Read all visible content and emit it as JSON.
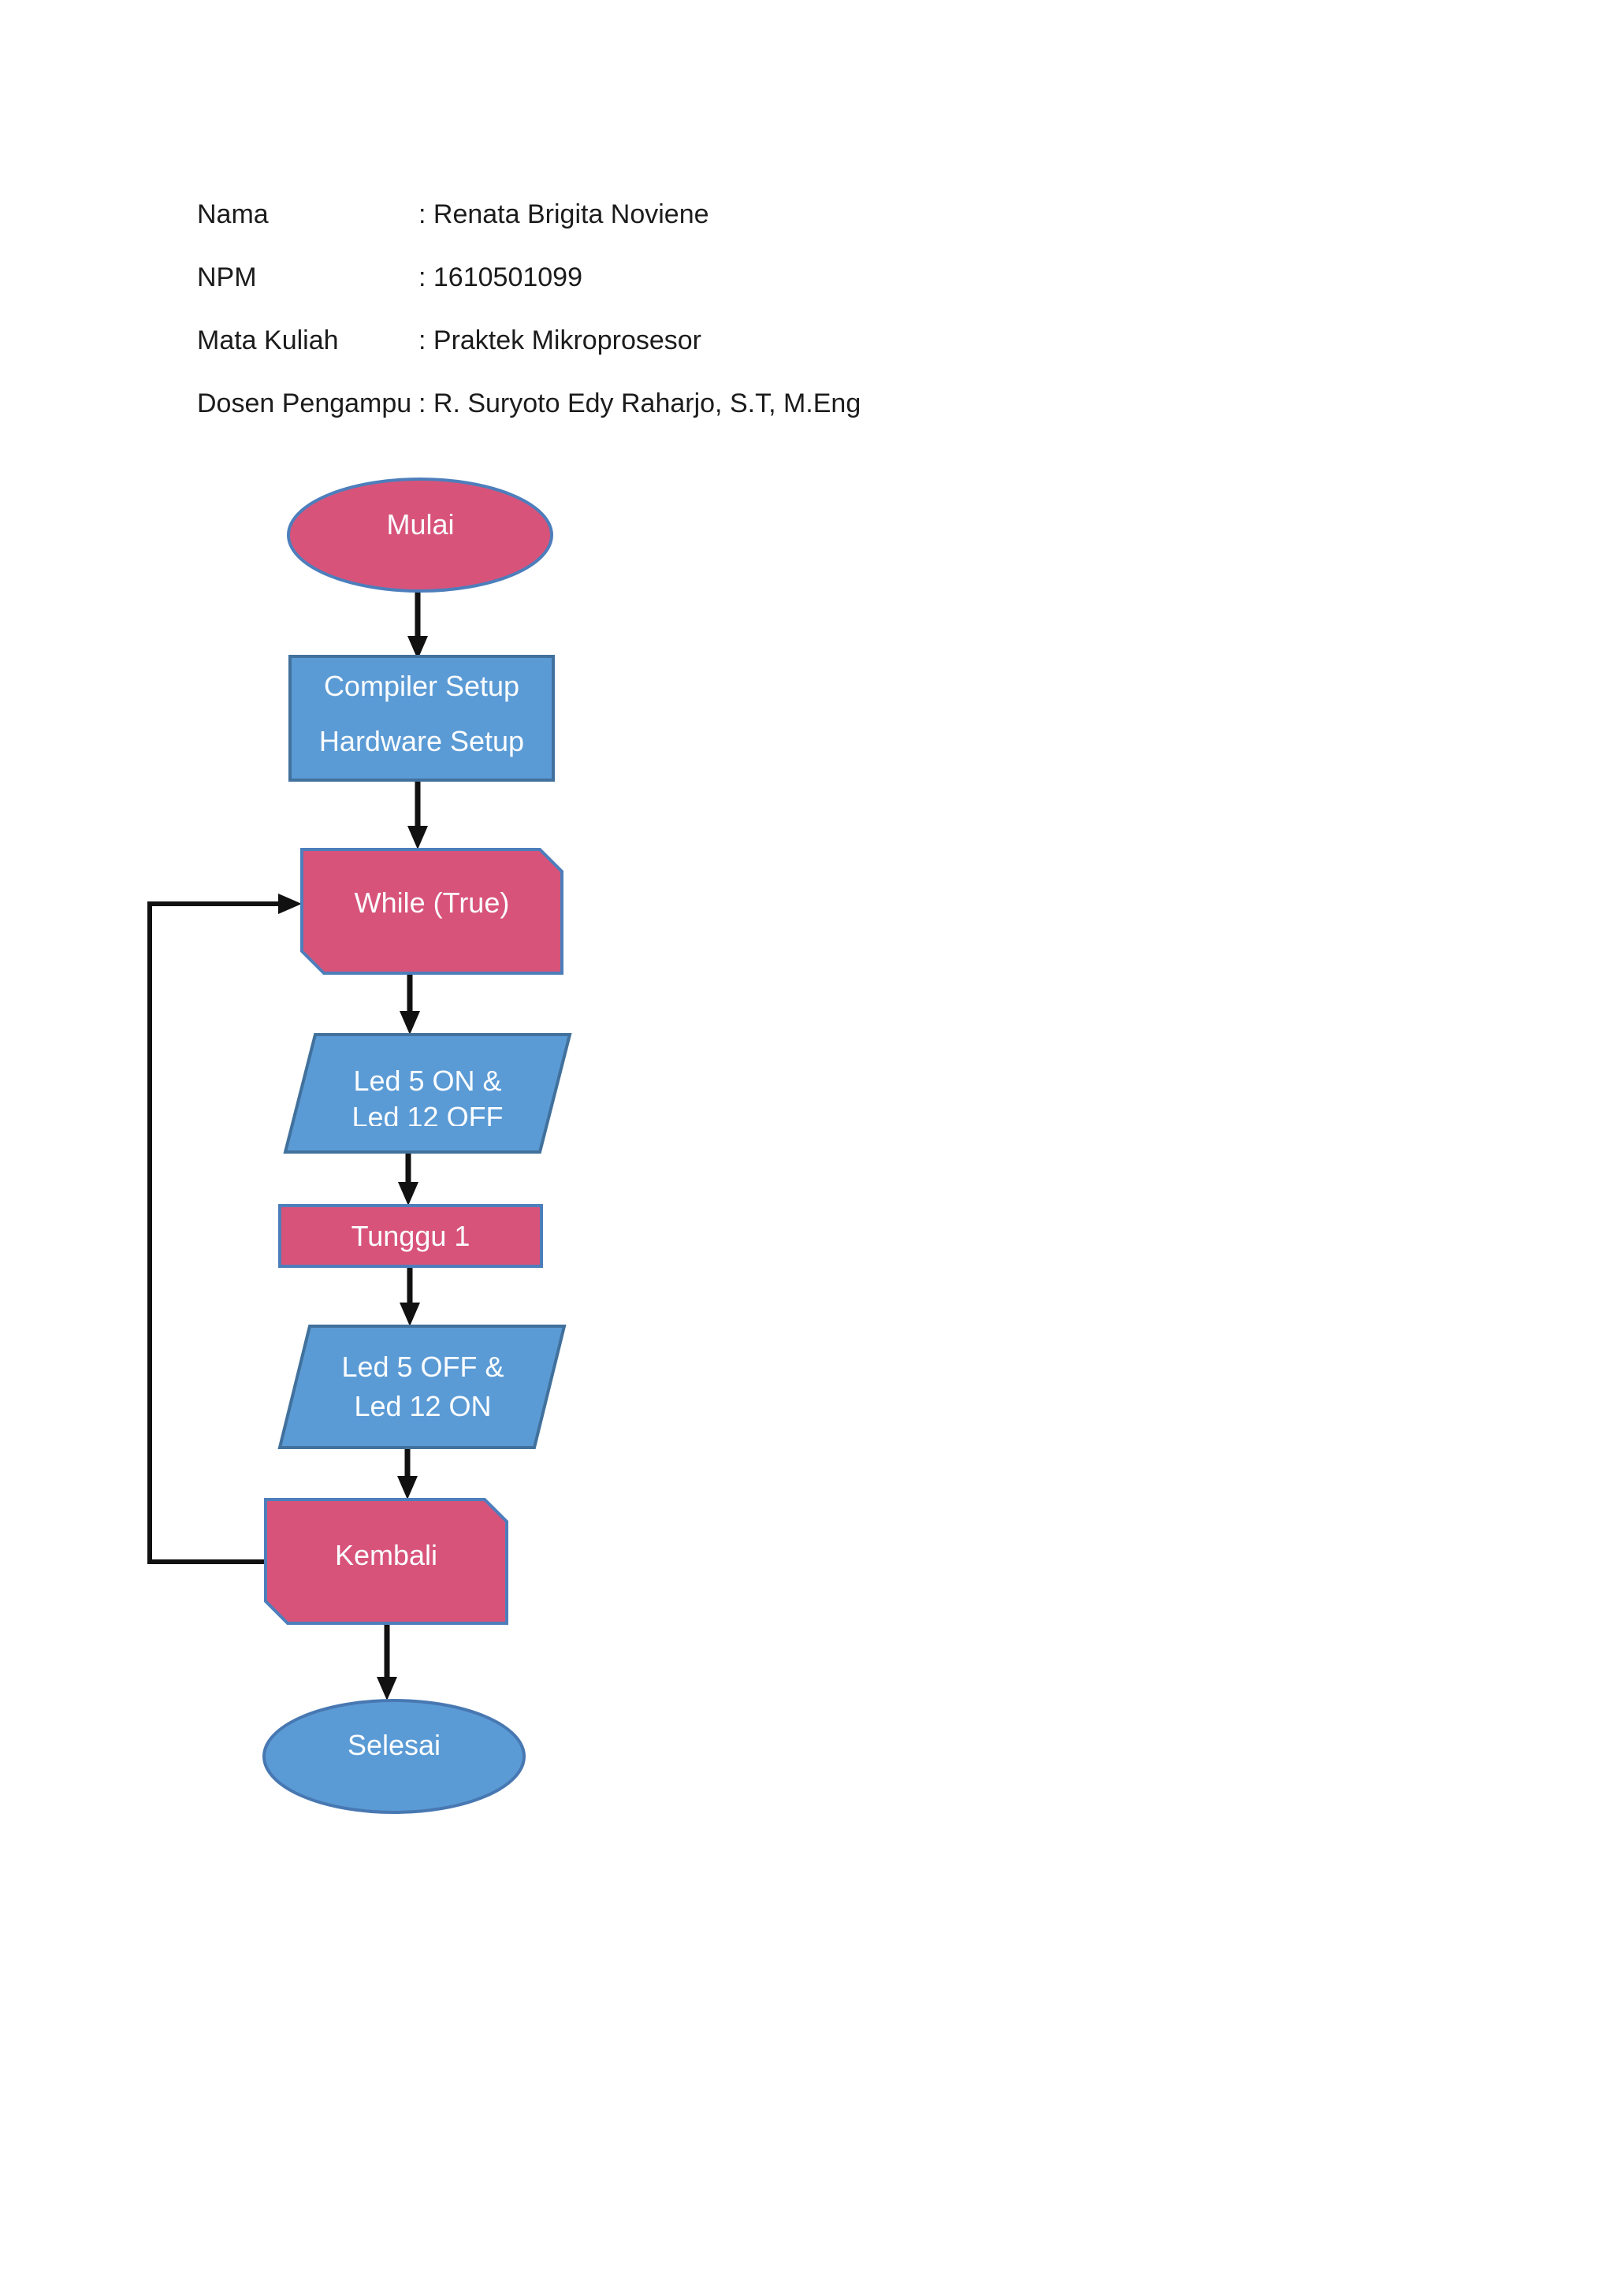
{
  "header": {
    "rows": [
      {
        "label": "Nama",
        "value": ": Renata Brigita Noviene"
      },
      {
        "label": "NPM",
        "value": ": 1610501099"
      },
      {
        "label": "Mata Kuliah",
        "value": ": Praktek Mikroprosesor"
      },
      {
        "label": "Dosen Pengampu",
        "value": ": R. Suryoto Edy Raharjo, S.T, M.Eng"
      }
    ]
  },
  "flowchart": {
    "colors": {
      "pink_fill": "#d8537a",
      "pink_border": "#4d7ebc",
      "blue_fill": "#5b9bd5",
      "blue_border": "#41719c",
      "ellipse_blue_border": "#4878b2",
      "arrow": "#111111",
      "label_text": "#fbfdff"
    },
    "nodes": {
      "mulai": {
        "label": "Mulai"
      },
      "setup": {
        "lines": [
          "Compiler Setup",
          "Hardware Setup"
        ]
      },
      "whiletrue": {
        "label": "While (True)"
      },
      "led_on": {
        "lines": [
          "Led 5 ON &",
          "Led 12 OFF"
        ]
      },
      "tunggu": {
        "label": "Tunggu 1"
      },
      "led_off": {
        "lines": [
          "Led 5 OFF &",
          "Led 12 ON"
        ]
      },
      "kembali": {
        "label": "Kembali"
      },
      "selesai": {
        "label": "Selesai"
      }
    }
  }
}
